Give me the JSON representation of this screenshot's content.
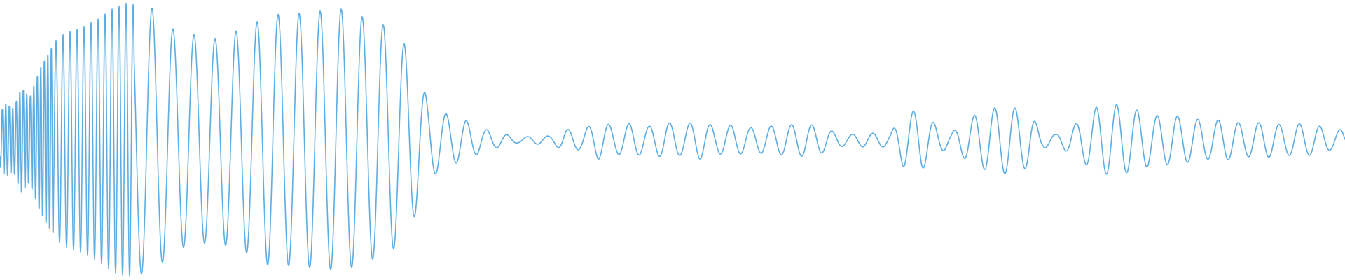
{
  "waveform": {
    "color": "#5DADE2",
    "background": "#FFFFFF",
    "envelope": [
      [
        0.0,
        0.2
      ],
      [
        0.004,
        0.28
      ],
      [
        0.01,
        0.24
      ],
      [
        0.016,
        0.4
      ],
      [
        0.022,
        0.32
      ],
      [
        0.03,
        0.55
      ],
      [
        0.038,
        0.7
      ],
      [
        0.048,
        0.78
      ],
      [
        0.06,
        0.82
      ],
      [
        0.072,
        0.88
      ],
      [
        0.085,
        0.97
      ],
      [
        0.095,
        1.0
      ],
      [
        0.105,
        0.98
      ],
      [
        0.115,
        0.96
      ],
      [
        0.13,
        0.8
      ],
      [
        0.145,
        0.77
      ],
      [
        0.16,
        0.74
      ],
      [
        0.17,
        0.78
      ],
      [
        0.185,
        0.83
      ],
      [
        0.2,
        0.92
      ],
      [
        0.215,
        0.92
      ],
      [
        0.235,
        0.94
      ],
      [
        0.255,
        0.96
      ],
      [
        0.275,
        0.88
      ],
      [
        0.29,
        0.83
      ],
      [
        0.305,
        0.65
      ],
      [
        0.318,
        0.29
      ],
      [
        0.332,
        0.19
      ],
      [
        0.345,
        0.15
      ],
      [
        0.36,
        0.08
      ],
      [
        0.372,
        0.05
      ],
      [
        0.385,
        0.02
      ],
      [
        0.398,
        0.03
      ],
      [
        0.41,
        0.03
      ],
      [
        0.42,
        0.08
      ],
      [
        0.432,
        0.07
      ],
      [
        0.445,
        0.14
      ],
      [
        0.457,
        0.1
      ],
      [
        0.468,
        0.12
      ],
      [
        0.482,
        0.1
      ],
      [
        0.495,
        0.13
      ],
      [
        0.507,
        0.11
      ],
      [
        0.52,
        0.14
      ],
      [
        0.532,
        0.1
      ],
      [
        0.545,
        0.11
      ],
      [
        0.558,
        0.09
      ],
      [
        0.57,
        0.1
      ],
      [
        0.585,
        0.11
      ],
      [
        0.598,
        0.12
      ],
      [
        0.61,
        0.1
      ],
      [
        0.62,
        0.06
      ],
      [
        0.63,
        0.04
      ],
      [
        0.642,
        0.05
      ],
      [
        0.655,
        0.05
      ],
      [
        0.662,
        0.05
      ],
      [
        0.672,
        0.2
      ],
      [
        0.685,
        0.22
      ],
      [
        0.697,
        0.1
      ],
      [
        0.707,
        0.05
      ],
      [
        0.72,
        0.16
      ],
      [
        0.735,
        0.23
      ],
      [
        0.75,
        0.25
      ],
      [
        0.765,
        0.2
      ],
      [
        0.775,
        0.06
      ],
      [
        0.785,
        0.04
      ],
      [
        0.8,
        0.12
      ],
      [
        0.815,
        0.24
      ],
      [
        0.83,
        0.26
      ],
      [
        0.845,
        0.22
      ],
      [
        0.858,
        0.18
      ],
      [
        0.872,
        0.18
      ],
      [
        0.885,
        0.16
      ],
      [
        0.898,
        0.14
      ],
      [
        0.91,
        0.15
      ],
      [
        0.925,
        0.12
      ],
      [
        0.94,
        0.13
      ],
      [
        0.955,
        0.11
      ],
      [
        0.968,
        0.12
      ],
      [
        0.982,
        0.1
      ],
      [
        0.99,
        0.07
      ],
      [
        1.0,
        0.08
      ]
    ]
  }
}
